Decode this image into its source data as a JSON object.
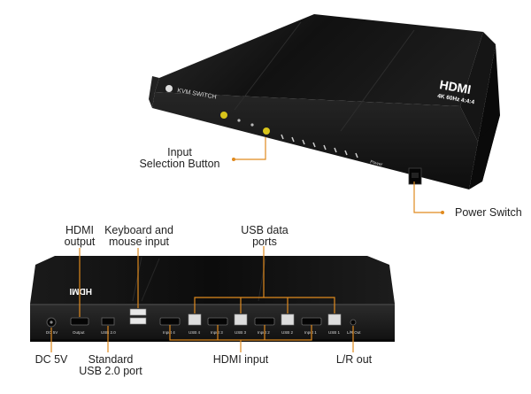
{
  "top_device": {
    "brand_label": "KVM SWITCH",
    "logo_text": "HDMI",
    "spec_text": "4K 60Hz 4:4:4",
    "power_label": "Power"
  },
  "rear_device": {
    "logo_text": "HDMI",
    "ports": {
      "dc": "DC 5V",
      "output": "Output",
      "usb_20": "USB 2.0",
      "input4": "Input 4",
      "usb4": "USB 4",
      "input3": "Input 3",
      "usb3": "USB 3",
      "input2": "Input 2",
      "usb2": "USB 2",
      "input1": "Input 1",
      "usb1": "USB 1",
      "lr_out": "L/R Out"
    }
  },
  "callouts": {
    "input_selection_1": "Input",
    "input_selection_2": "Selection Button",
    "power_switch": "Power Switch",
    "hdmi_output_1": "HDMI",
    "hdmi_output_2": "output",
    "keyboard_mouse_1": "Keyboard and",
    "keyboard_mouse_2": "mouse input",
    "usb_data_1": "USB data",
    "usb_data_2": "ports",
    "dc_5v": "DC 5V",
    "standard_usb_1": "Standard",
    "standard_usb_2": "USB 2.0 port",
    "hdmi_input": "HDMI input",
    "lr_out": "L/R out"
  },
  "colors": {
    "accent": "#e08a1e",
    "device_body": "#1a1a1a",
    "device_top": "#0e0e0e"
  }
}
